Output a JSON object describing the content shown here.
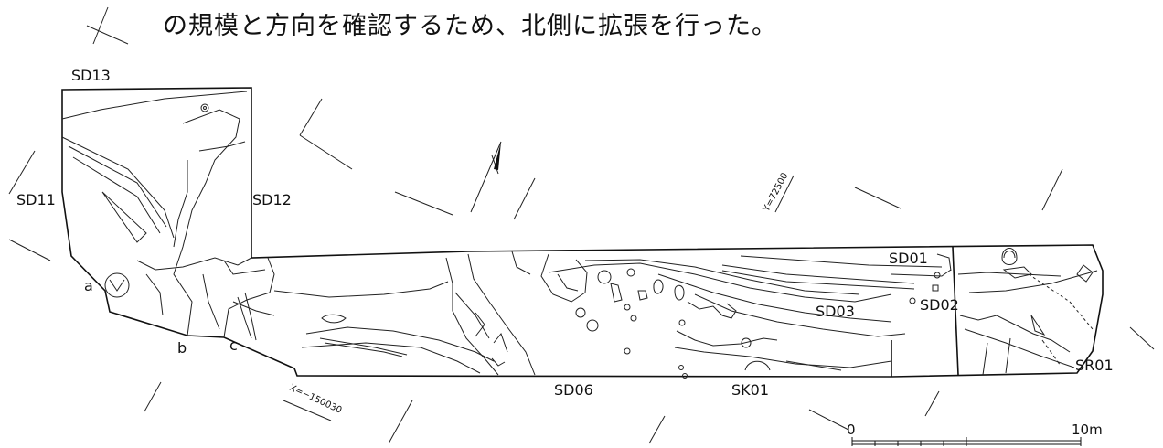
{
  "caption": "の規模と方向を確認するため、北側に拡張を行った。",
  "labels": {
    "sd13": "SD13",
    "sd11": "SD11",
    "sd12": "SD12",
    "sd01": "SD01",
    "sd02": "SD02",
    "sd03": "SD03",
    "sd06": "SD06",
    "sk01": "SK01",
    "sr01": "SR01",
    "a": "a",
    "b": "b",
    "c": "c"
  },
  "grid_labels": {
    "y": "Y=72500",
    "x": "X=−150030"
  },
  "scale_bar": {
    "start": "0",
    "end": "10m"
  }
}
